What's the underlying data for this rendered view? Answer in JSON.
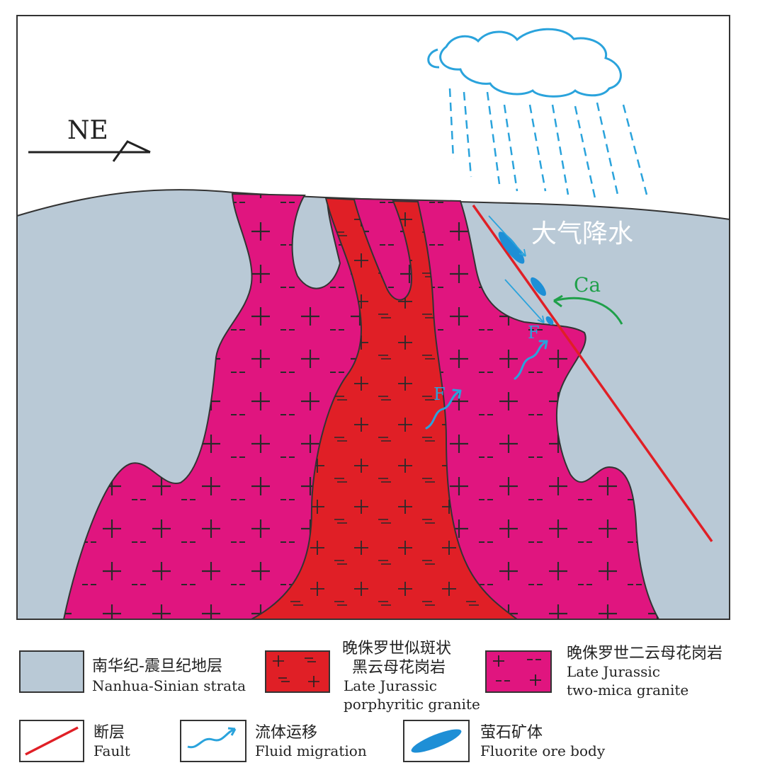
{
  "colors": {
    "strata": "#b9c9d6",
    "two_mica_granite": "#e0157f",
    "porphyritic_granite": "#e01f26",
    "fault": "#e01f26",
    "fluid": "#2aa3dc",
    "fluorite": "#1e8fd6",
    "ca_arrow": "#1fa04a",
    "outline": "#333333"
  },
  "labels": {
    "direction": "NE",
    "precipitation": "大气降水",
    "ca": "Ca",
    "fluorine_1": "F",
    "fluorine_2": "F"
  },
  "legend": {
    "strata": {
      "cn": "南华纪-震旦纪地层",
      "en": "Nanhua-Sinian strata"
    },
    "porphyritic": {
      "cn1": "晚侏罗世似斑状",
      "cn2": "黑云母花岗岩",
      "en1": "Late Jurassic",
      "en2": "porphyritic granite"
    },
    "two_mica": {
      "cn": "晚侏罗世二云母花岗岩",
      "en1": "Late Jurassic",
      "en2": "two-mica granite"
    },
    "fault": {
      "cn": "断层",
      "en": "Fault"
    },
    "fluid": {
      "cn": "流体运移",
      "en": "Fluid migration"
    },
    "fluorite": {
      "cn": "萤石矿体",
      "en": "Fluorite ore body"
    }
  }
}
